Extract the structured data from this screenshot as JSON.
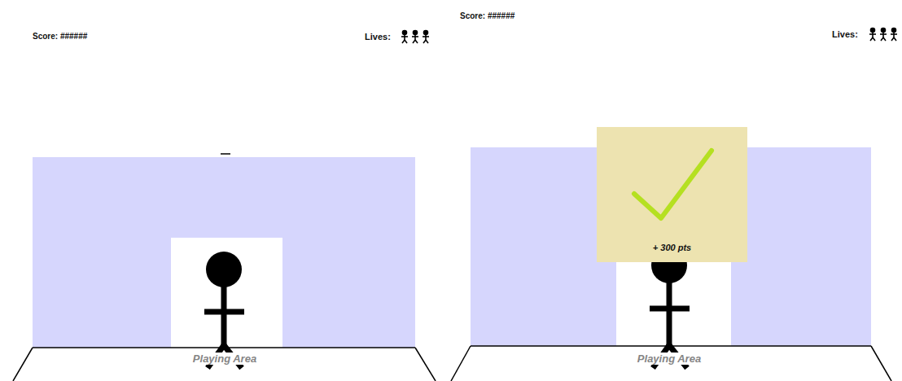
{
  "diagram": {
    "nodes": [
      {
        "text": [
          "+ 300 pts"
        ]
      }
    ],
    "labels": [
      "Score: ######",
      "Lives:",
      "Playing Area",
      "Score: ######",
      "Lives:",
      "Playing Area"
    ]
  }
}
